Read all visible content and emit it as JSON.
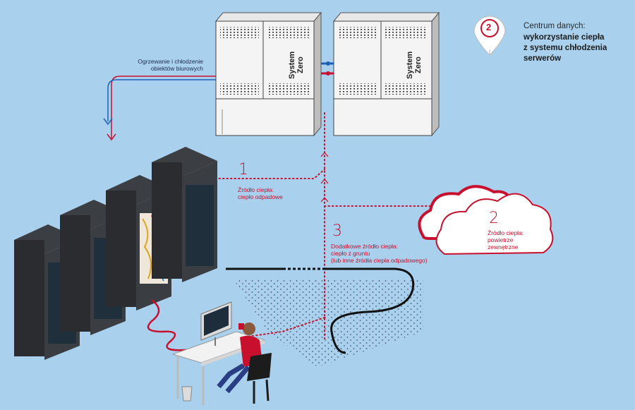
{
  "callout": {
    "badge": "2",
    "title": "Centrum danych:",
    "bold_lines": [
      "wykorzystanie ciepła",
      "z systemu chłodzenia",
      "serwerów"
    ]
  },
  "office_label": [
    "Ogrzewanie i chłodzenie",
    "obiektów biurowych"
  ],
  "unit_labels": [
    "System",
    "Zero"
  ],
  "sources": [
    {
      "number": "1",
      "lines": [
        "Źródło ciepła:",
        "ciepło odpadowe"
      ]
    },
    {
      "number": "2",
      "lines": [
        "Źródło ciepła:",
        "powietrze",
        "zewnętrzne"
      ]
    },
    {
      "number": "3",
      "lines": [
        "Dodatkowe źródło ciepła:",
        "ciepło z gruntu",
        "(lub inne źródła ciepła odpadowego)"
      ]
    }
  ],
  "colors": {
    "background": "#a9d0ec",
    "accent": "#c8102e",
    "pipe_blue": "#1d5fb5",
    "rack": "#2f3236"
  }
}
